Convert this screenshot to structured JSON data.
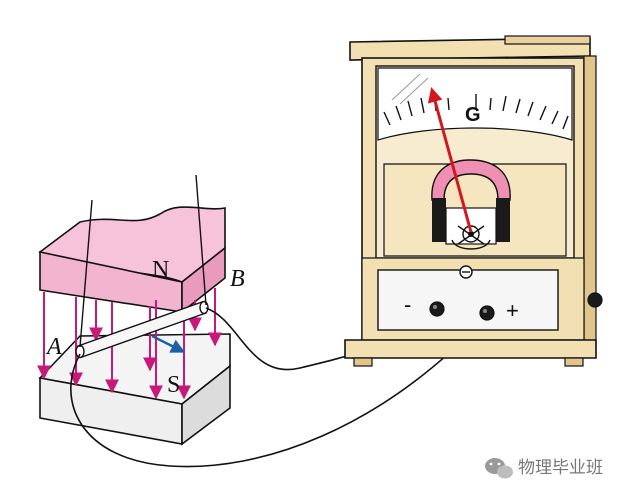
{
  "labels": {
    "north_pole": "N",
    "south_pole": "S",
    "rod_end_a": "A",
    "rod_end_b": "B",
    "galvanometer": "G",
    "terminal_negative": "-",
    "terminal_positive": "+"
  },
  "watermark": {
    "text": "物理毕业班",
    "icon": "wechat-icon"
  },
  "colors": {
    "magnet_pink": "#f3b4cf",
    "field_lines": "#c8187a",
    "needle": "#d2181e",
    "velocity_arrow": "#1f5fa8",
    "case_wood": "#f2dfb2",
    "outline": "#111111"
  }
}
